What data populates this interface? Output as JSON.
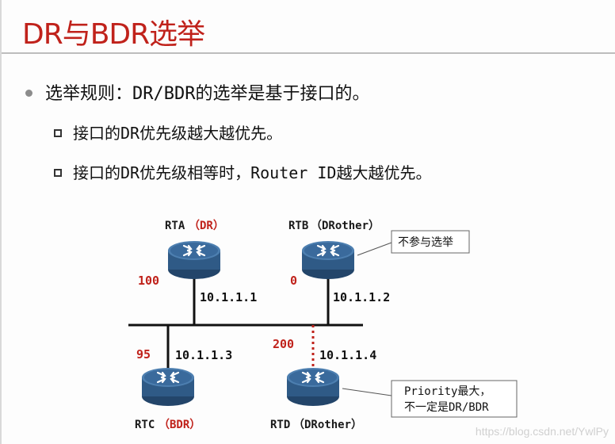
{
  "title": "DR与BDR选举",
  "bullets": {
    "main": "选举规则：DR/BDR的选举是基于接口的。",
    "sub": [
      "接口的DR优先级越大越优先。",
      "接口的DR优先级相等时，Router ID越大越优先。"
    ]
  },
  "diagram": {
    "routers": [
      {
        "name": "RTA",
        "role": "（DR）",
        "priority": "100",
        "ip": "10.1.1.1"
      },
      {
        "name": "RTB",
        "role": "（DRother）",
        "priority": "0",
        "ip": "10.1.1.2"
      },
      {
        "name": "RTC",
        "role": "（BDR）",
        "priority": "95",
        "ip": "10.1.1.3"
      },
      {
        "name": "RTD",
        "role": "（DRother）",
        "priority": "200",
        "ip": "10.1.1.4"
      }
    ],
    "callouts": {
      "rtb": "不参与选举",
      "rtd_line1": "Priority最大，",
      "rtd_line2": "不一定是DR/BDR"
    }
  },
  "watermark": "https://blog.csdn.net/YwlPy",
  "colors": {
    "title": "#c0221b",
    "router_body": "#2f5a86",
    "router_top": "#4d7fb0",
    "highlight": "#c0221b"
  },
  "icons": {
    "router": "router-icon"
  }
}
